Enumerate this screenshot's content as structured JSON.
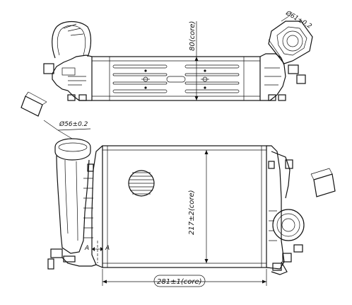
{
  "dimensions": {
    "top_core_height": "80(core)",
    "outlet_diameter": "Ø61±0.2",
    "inlet_diameter": "Ø56±0.2",
    "core_height": "217±2(core)",
    "core_width": "281±1(core)"
  },
  "section_marks": {
    "left": "A",
    "right": "A"
  }
}
